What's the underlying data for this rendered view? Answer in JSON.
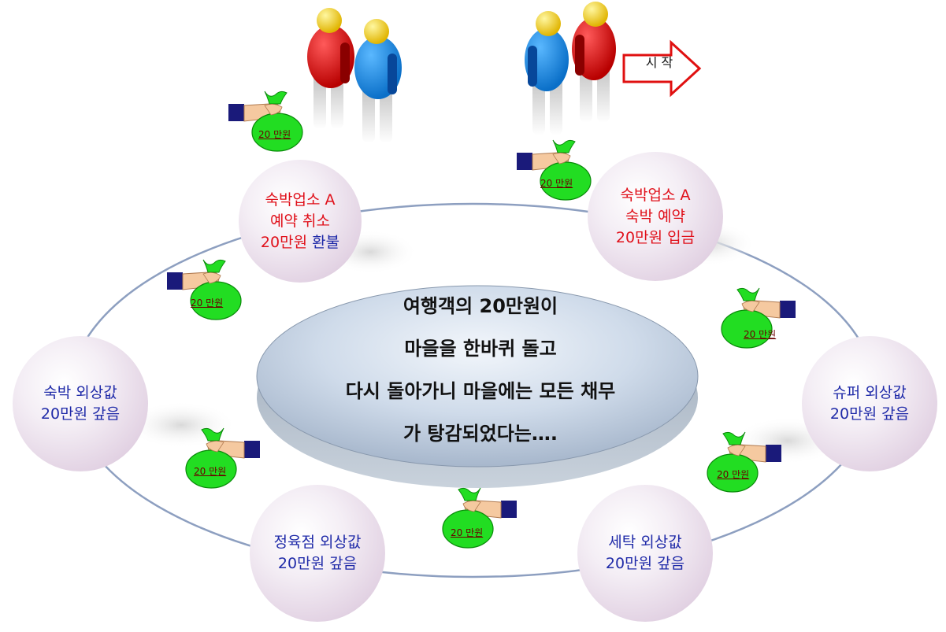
{
  "center_text": [
    "여행객의 20만원이",
    "마을을 한바퀴 돌고",
    "다시 돌아가니 마을에는 모든 채무",
    "가 탕감되었다는…."
  ],
  "start_label": "시 작",
  "bag_label": "20 만원",
  "nodes": {
    "cancel": {
      "line1": "숙박업소 A",
      "line2": "예약 취소",
      "line3a": "20만원 ",
      "line3b": "환불"
    },
    "reserve": {
      "line1": "숙박업소 A",
      "line2": "숙박 예약",
      "line3": "20만원 입금"
    },
    "lodging": {
      "line1": "숙박 외상값",
      "line2": "20만원 갚음"
    },
    "super": {
      "line1": "슈퍼 외상값",
      "line2": "20만원 갚음"
    },
    "butcher": {
      "line1": "정육점 외상값",
      "line2": "20만원 갚음"
    },
    "laundry": {
      "line1": "세탁 외상값",
      "line2": "20만원 갚음"
    }
  },
  "colors": {
    "highlight_red": "#e0101a",
    "text_blue": "#1f2aa8",
    "bag_green": "#22dd22",
    "ring_line": "#8d9fc0",
    "arrow_red": "#e01010"
  }
}
